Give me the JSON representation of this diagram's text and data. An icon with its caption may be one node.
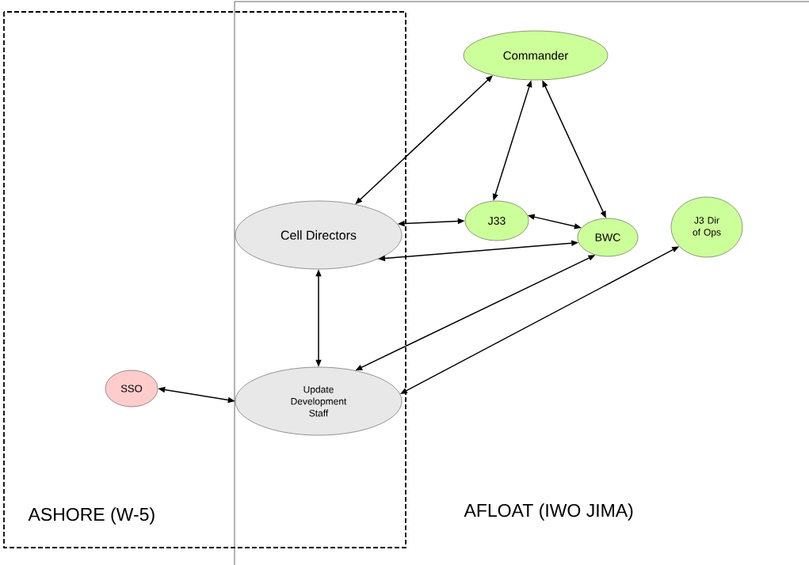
{
  "diagram": {
    "nodes": [
      {
        "text": [
          "ASHORE (W-5)"
        ]
      },
      {
        "text": [
          "AFLOAT (IWO JIMA)"
        ]
      },
      {
        "text": [
          "Commander"
        ],
        "in": 1
      },
      {
        "text": [
          "Cell Directors"
        ]
      },
      {
        "text": [
          "J33"
        ],
        "in": 1
      },
      {
        "text": [
          "BWC"
        ],
        "in": 1
      },
      {
        "text": [
          "J3 Dir of Ops"
        ],
        "in": 1
      },
      {
        "text": [
          "Update Development Staff"
        ]
      },
      {
        "text": [
          "SSO"
        ],
        "in": 0
      }
    ],
    "edges": [
      {
        "from": 2,
        "to": 3,
        "arrow": "both"
      },
      {
        "from": 2,
        "to": 4,
        "arrow": "both"
      },
      {
        "from": 2,
        "to": 5,
        "arrow": "both"
      },
      {
        "from": 3,
        "to": 4,
        "arrow": "both"
      },
      {
        "from": 4,
        "to": 5,
        "arrow": "both"
      },
      {
        "from": 3,
        "to": 5,
        "arrow": "both"
      },
      {
        "from": 3,
        "to": 7,
        "arrow": "both"
      },
      {
        "from": 5,
        "to": 7,
        "arrow": "both"
      },
      {
        "from": 6,
        "to": 7,
        "arrow": "both"
      },
      {
        "from": 8,
        "to": 7,
        "arrow": "both"
      }
    ]
  }
}
